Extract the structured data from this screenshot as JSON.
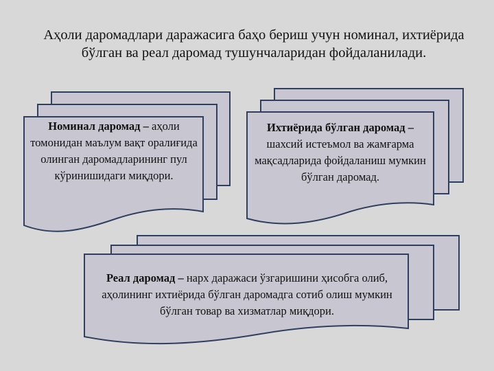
{
  "slide": {
    "title": "Аҳоли даромадлари даражасига баҳо бериш учун номинал, ихтиёрида бўлган ва реал даромад тушунчаларидан фойдаланилади.",
    "cards": [
      {
        "term": "Номинал даромад –",
        "definition": " аҳоли томонидан маълум вақт оралиғида олинган даромадларининг пул кўринишидаги миқдори."
      },
      {
        "term": "Ихтиёрида бўлган даромад –",
        "definition": " шахсий истеъмол ва жамғарма мақсадларида фойдаланиш мумкин бўлган даромад."
      },
      {
        "term": "Реал даромад –",
        "definition": " нарх даражаси ўзгаришини ҳисобга олиб, аҳолининг ихтиёрида бўлган даромадга сотиб олиш мумкин бўлган товар ва хизматлар миқдори."
      }
    ]
  },
  "colors": {
    "background": "#d8d8d8",
    "card_fill": "#c8c6d0",
    "card_border": "#2f3f5f"
  }
}
